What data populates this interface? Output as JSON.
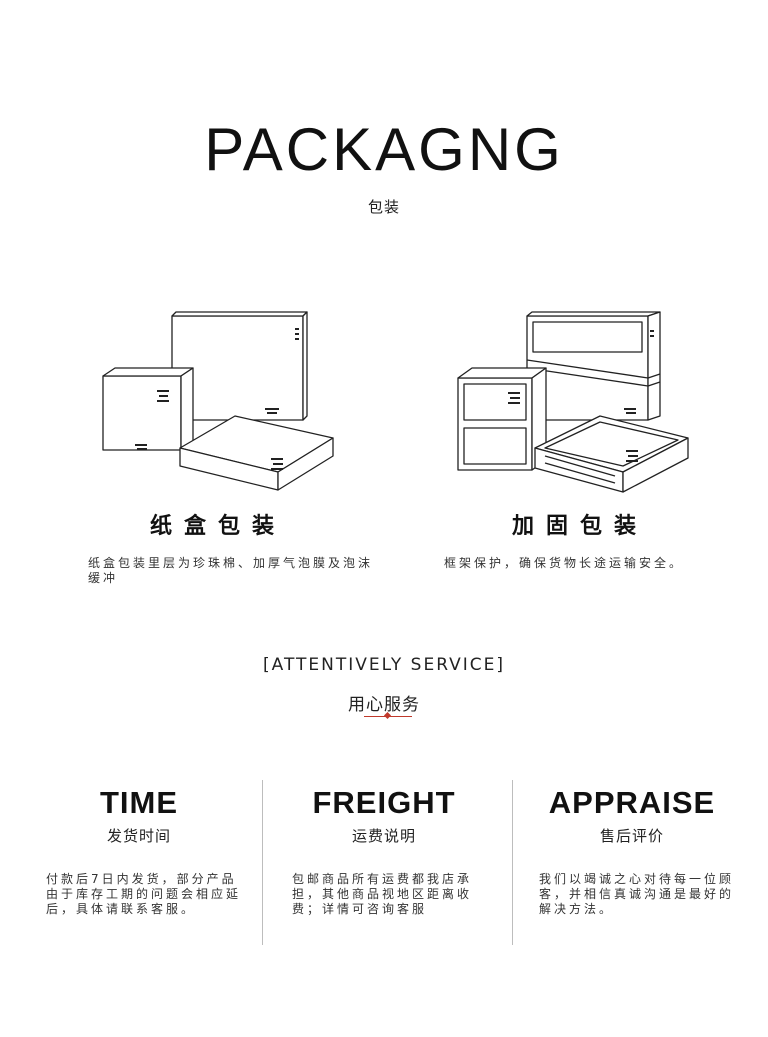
{
  "header": {
    "title": "PACKAGNG",
    "subtitle": "包装"
  },
  "packaging": [
    {
      "title": "纸盒包装",
      "desc": "纸盒包装里层为珍珠棉、加厚气泡膜及泡沫缓冲"
    },
    {
      "title": "加固包装",
      "desc": "框架保护，确保货物长途运输安全。"
    }
  ],
  "service": {
    "title_en": "[ATTENTIVELY SERVICE]",
    "title_zh": "用心服务",
    "accent_color": "#c0392b"
  },
  "columns": [
    {
      "title": "TIME",
      "subtitle": "发货时间",
      "desc": "付款后7日内发货，部分产品由于库存工期的问题会相应延后，具体请联系客服。"
    },
    {
      "title": "FREIGHT",
      "subtitle": "运费说明",
      "desc": "包邮商品所有运费都我店承担，其他商品视地区距离收费；详情可咨询客服"
    },
    {
      "title": "APPRAISE",
      "subtitle": "售后评价",
      "desc": "我们以竭诚之心对待每一位顾客，并相信真诚沟通是最好的解决方法。"
    }
  ]
}
